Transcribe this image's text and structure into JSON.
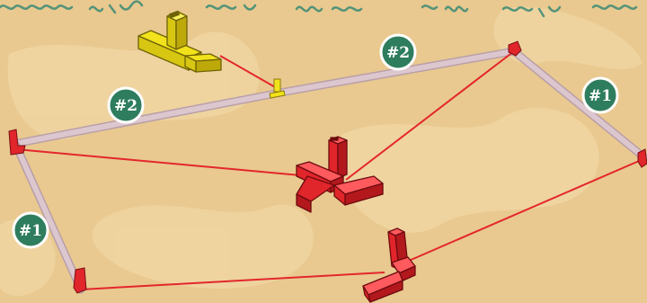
{
  "badges": {
    "top_left_tube": "#2",
    "top_right_tube": "#2",
    "right_tube": "#1",
    "left_tube": "#1"
  },
  "colors": {
    "background": "#e9c98f",
    "pattern": "#f0d7a5",
    "tube": "#ddc7cf",
    "tube_edge": "#b89fa8",
    "leader_line": "#e4262c",
    "connector_red": "#e0252b",
    "connector_yellow": "#f2e21b",
    "badge_fill": "#2e7d5e",
    "badge_ring": "#ffffff",
    "top_script": "#3b8a76"
  },
  "icons": {
    "tee_connector": "yellow-tee-connector-icon",
    "three_way_connector": "red-three-way-corner-connector-icon",
    "elbow_connector": "red-elbow-connector-icon"
  }
}
